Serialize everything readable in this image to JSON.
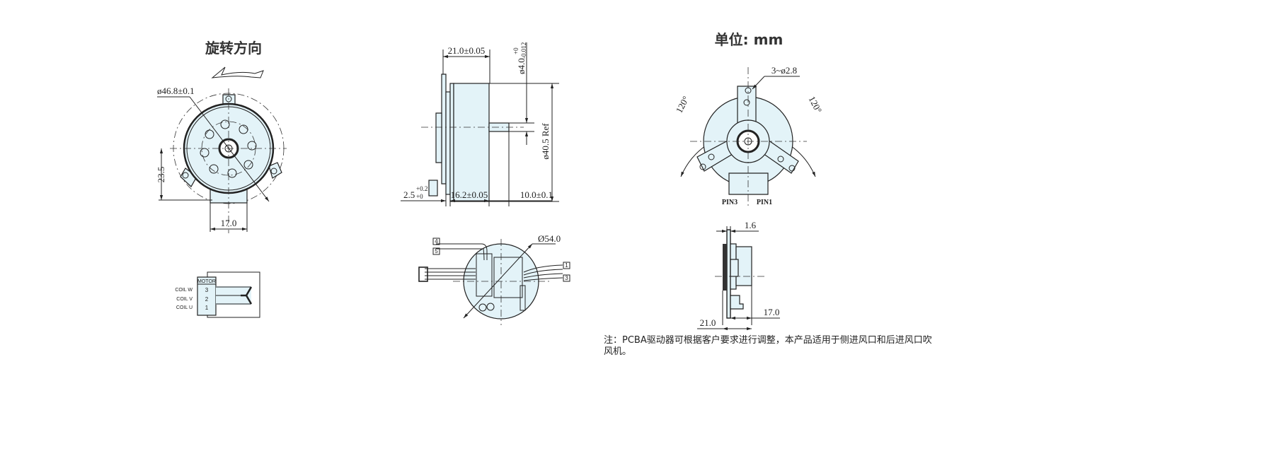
{
  "front_view": {
    "title": "旋转方向",
    "diameter_label": "ø46.8±0.1",
    "height_label": "23.5",
    "width_label": "17.0"
  },
  "wiring": {
    "header": "MOTOR",
    "coils": [
      {
        "label": "COIL W",
        "pin": "3"
      },
      {
        "label": "COIL V",
        "pin": "2"
      },
      {
        "label": "COIL U",
        "pin": "1"
      }
    ]
  },
  "side_view": {
    "overall_label": "21.0±0.05",
    "shaft_dia_label": "ø4.0",
    "shaft_tol_upper": "+0",
    "shaft_tol_lower": "-0.012",
    "body_dia_label": "ø40.5 Ref",
    "pcb_gap_label": "2.5",
    "pcb_gap_tol_upper": "+0.2",
    "pcb_gap_tol_lower": "+0",
    "body_len_label": "16.2±0.05",
    "shaft_len_label": "10.0±0.1"
  },
  "pcb_view": {
    "diameter_label": "Ø54.0",
    "wire_tags": [
      "4",
      "5",
      "1",
      "3"
    ]
  },
  "rear_view": {
    "title": "单位: mm",
    "holes_label": "3~ø2.8",
    "angle_left": "120°",
    "angle_right": "120°",
    "pin3": "PIN3",
    "pin1": "PIN1"
  },
  "pcb_side_view": {
    "thickness_label": "1.6",
    "depth_label": "17.0",
    "total_label": "21.0"
  },
  "note": {
    "line1": "注：PCBA驱动器可根据客户要求进行调整，本产品适用于侧进风口和后进风口吹",
    "line2": "风机。"
  },
  "colors": {
    "fill": "#e3f3f8",
    "line": "#222222"
  }
}
